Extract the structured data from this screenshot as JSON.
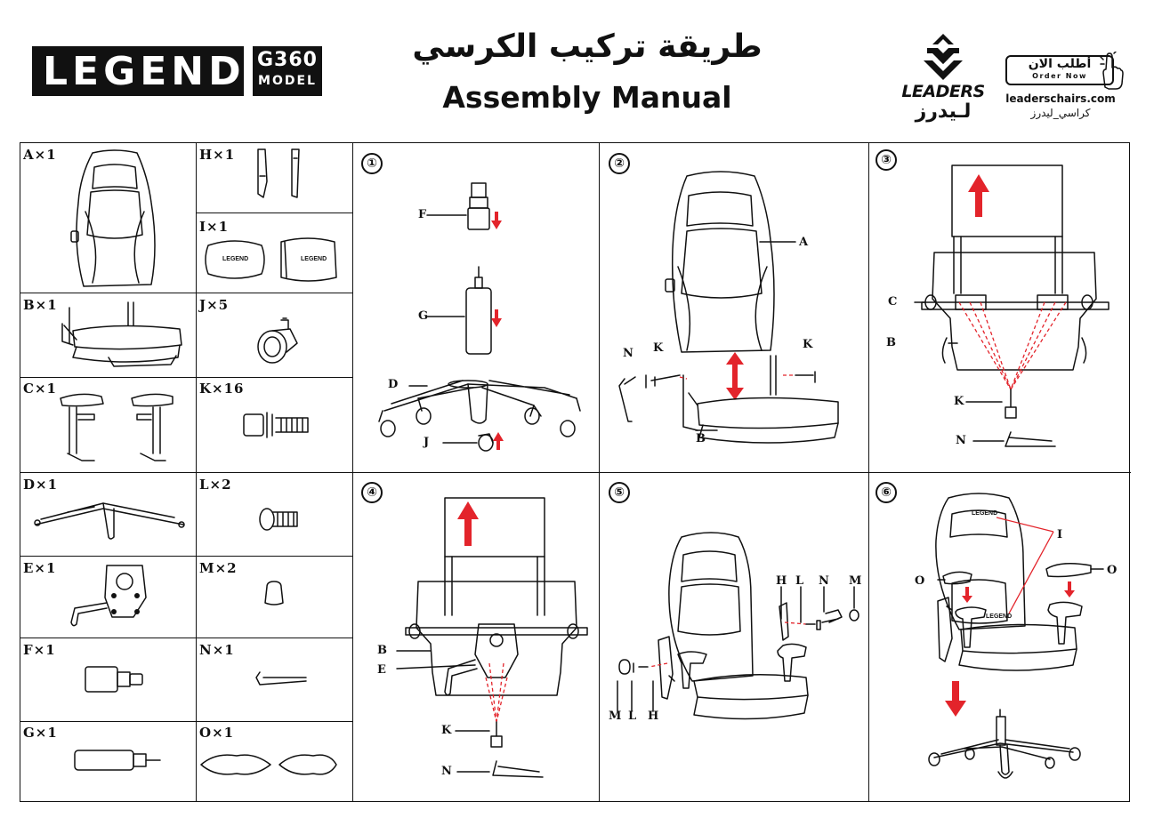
{
  "brand": {
    "word": "LEGEND",
    "model_code": "G360",
    "model_word": "MODEL"
  },
  "title": {
    "arabic": "طريقة تركيب الكرسي",
    "english": "Assembly  Manual"
  },
  "company": {
    "name": "LEADERS",
    "name_arabic": "لـيدرز",
    "order_button": "أطلب الان",
    "order_button_en": "Order Now",
    "website": "leaderschairs.com",
    "website_arabic": "كراسي_ليدرز"
  },
  "parts": [
    {
      "label": "A×1"
    },
    {
      "label": "B×1"
    },
    {
      "label": "C×1"
    },
    {
      "label": "D×1"
    },
    {
      "label": "E×1"
    },
    {
      "label": "F×1"
    },
    {
      "label": "G×1"
    },
    {
      "label": "H×1"
    },
    {
      "label": "I×1"
    },
    {
      "label": "J×5"
    },
    {
      "label": "K×16"
    },
    {
      "label": "L×2"
    },
    {
      "label": "M×2"
    },
    {
      "label": "N×1"
    },
    {
      "label": "O×1"
    }
  ],
  "pillow_text": "LEGEND",
  "steps": [
    {
      "number": "①",
      "callouts": [
        "F",
        "G",
        "D",
        "J"
      ]
    },
    {
      "number": "②",
      "callouts": [
        "A",
        "N",
        "K",
        "K",
        "B"
      ]
    },
    {
      "number": "③",
      "callouts": [
        "C",
        "B",
        "K",
        "N"
      ]
    },
    {
      "number": "④",
      "callouts": [
        "B",
        "E",
        "K",
        "N"
      ]
    },
    {
      "number": "⑤",
      "callouts": [
        "H",
        "L",
        "N",
        "M",
        "M",
        "L",
        "H"
      ]
    },
    {
      "number": "⑥",
      "callouts": [
        "I",
        "O",
        "O"
      ]
    }
  ],
  "colors": {
    "ink": "#111111",
    "arrow_red": "#e3242b",
    "background": "#ffffff"
  }
}
